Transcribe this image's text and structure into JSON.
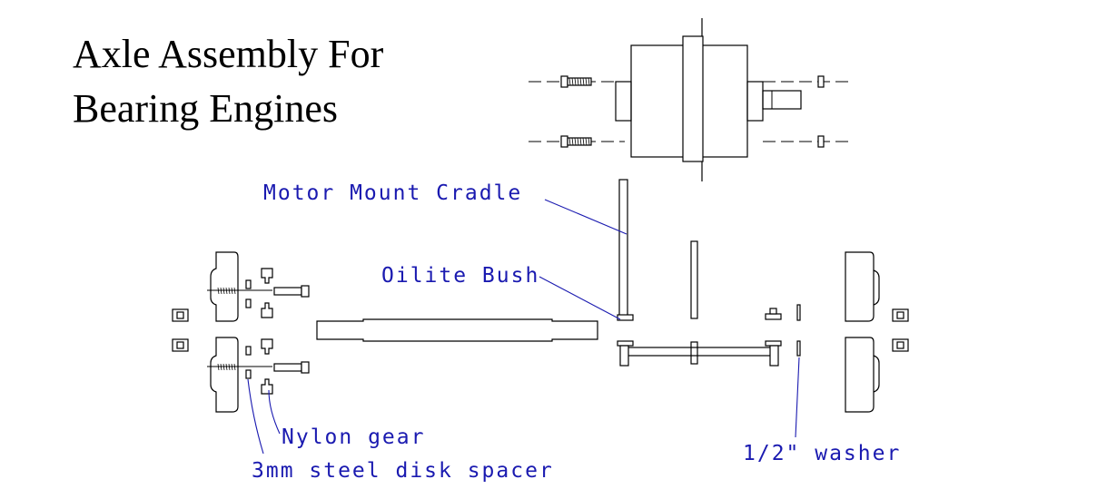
{
  "title": {
    "line1": "Axle Assembly For",
    "line2": "Bearing Engines"
  },
  "labels": {
    "motor_mount_cradle": "Motor Mount Cradle",
    "oilite_bush": "Oilite Bush",
    "nylon_gear": "Nylon gear",
    "steel_disk_spacer": "3mm steel disk spacer",
    "washer": "1/2\" washer"
  },
  "colors": {
    "line": "#000000",
    "label": "#1a1ab0",
    "background": "#ffffff"
  }
}
